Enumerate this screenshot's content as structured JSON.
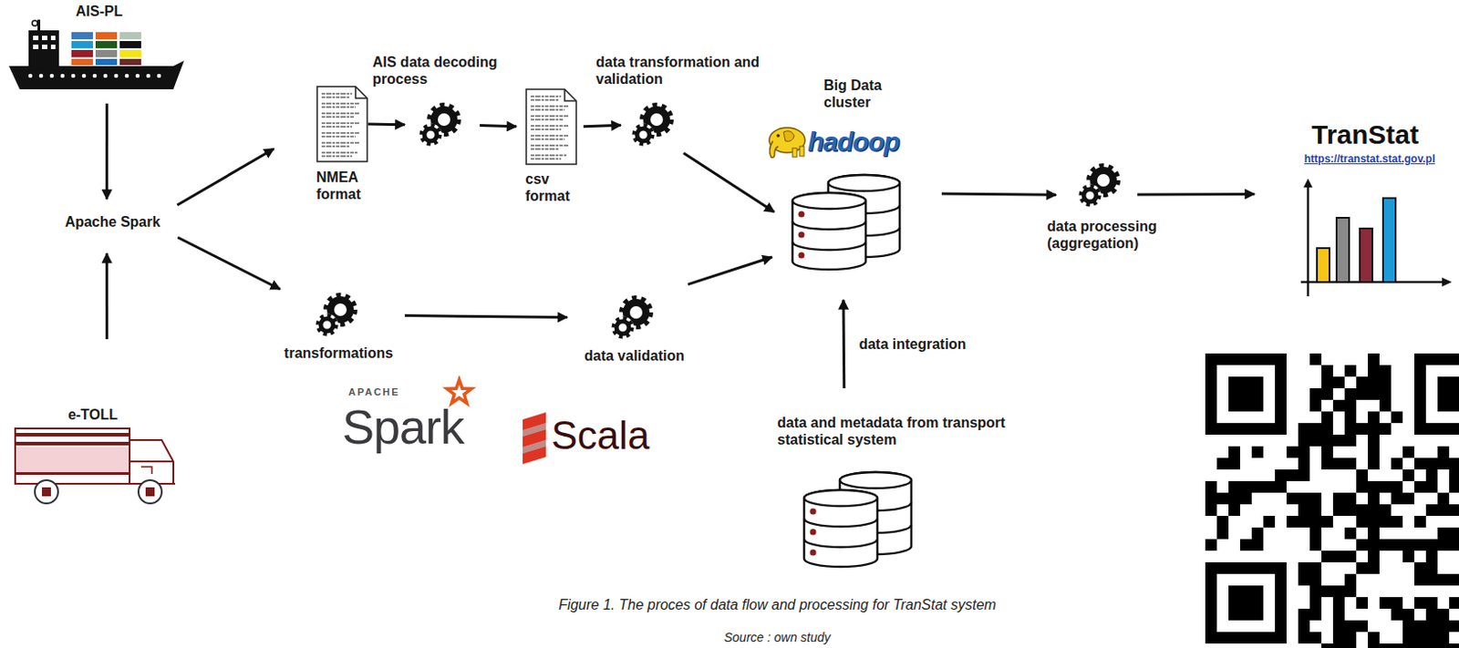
{
  "diagram": {
    "caption": "Figure 1. The proces of data flow and processing for TranStat system",
    "nodes": [
      {
        "text": [
          "AIS-PL"
        ]
      },
      {
        "text": [
          "e-TOLL"
        ]
      },
      {
        "text": [
          "Apache Spark"
        ]
      },
      {
        "text": [
          "NMEA format"
        ]
      },
      {
        "text": [
          "AIS data decoding process"
        ]
      },
      {
        "text": [
          "csv format"
        ]
      },
      {
        "text": [
          "data transformation and validation"
        ]
      },
      {
        "text": [
          "transformations"
        ]
      },
      {
        "text": [
          "data validation"
        ]
      },
      {
        "text": [
          "Big Data cluster",
          "hadoop"
        ]
      },
      {
        "text": [
          "data and metadata from transport statistical system"
        ]
      },
      {
        "text": [
          "data processing (aggregation)"
        ]
      },
      {
        "text": [
          "TranStat",
          "https://transtat.stat.gov.pl"
        ]
      }
    ],
    "edges": [
      {
        "from": 0,
        "to": 2,
        "arrow": "to"
      },
      {
        "from": 1,
        "to": 2,
        "arrow": "to"
      },
      {
        "from": 2,
        "to": 3,
        "arrow": "to"
      },
      {
        "from": 3,
        "to": 4,
        "arrow": "to"
      },
      {
        "from": 4,
        "to": 5,
        "arrow": "to"
      },
      {
        "from": 5,
        "to": 6,
        "arrow": "to"
      },
      {
        "from": 6,
        "to": 9,
        "arrow": "to"
      },
      {
        "from": 2,
        "to": 7,
        "arrow": "to"
      },
      {
        "from": 7,
        "to": 8,
        "arrow": "to"
      },
      {
        "from": 8,
        "to": 9,
        "arrow": "to"
      },
      {
        "from": 10,
        "to": 9,
        "label": "data integration",
        "arrow": "to"
      },
      {
        "from": 9,
        "to": 11,
        "arrow": "to"
      },
      {
        "from": 11,
        "to": 12,
        "arrow": "to"
      }
    ],
    "labels": [
      "APACHE",
      "Spark",
      "Scala",
      "Source : own study"
    ]
  }
}
